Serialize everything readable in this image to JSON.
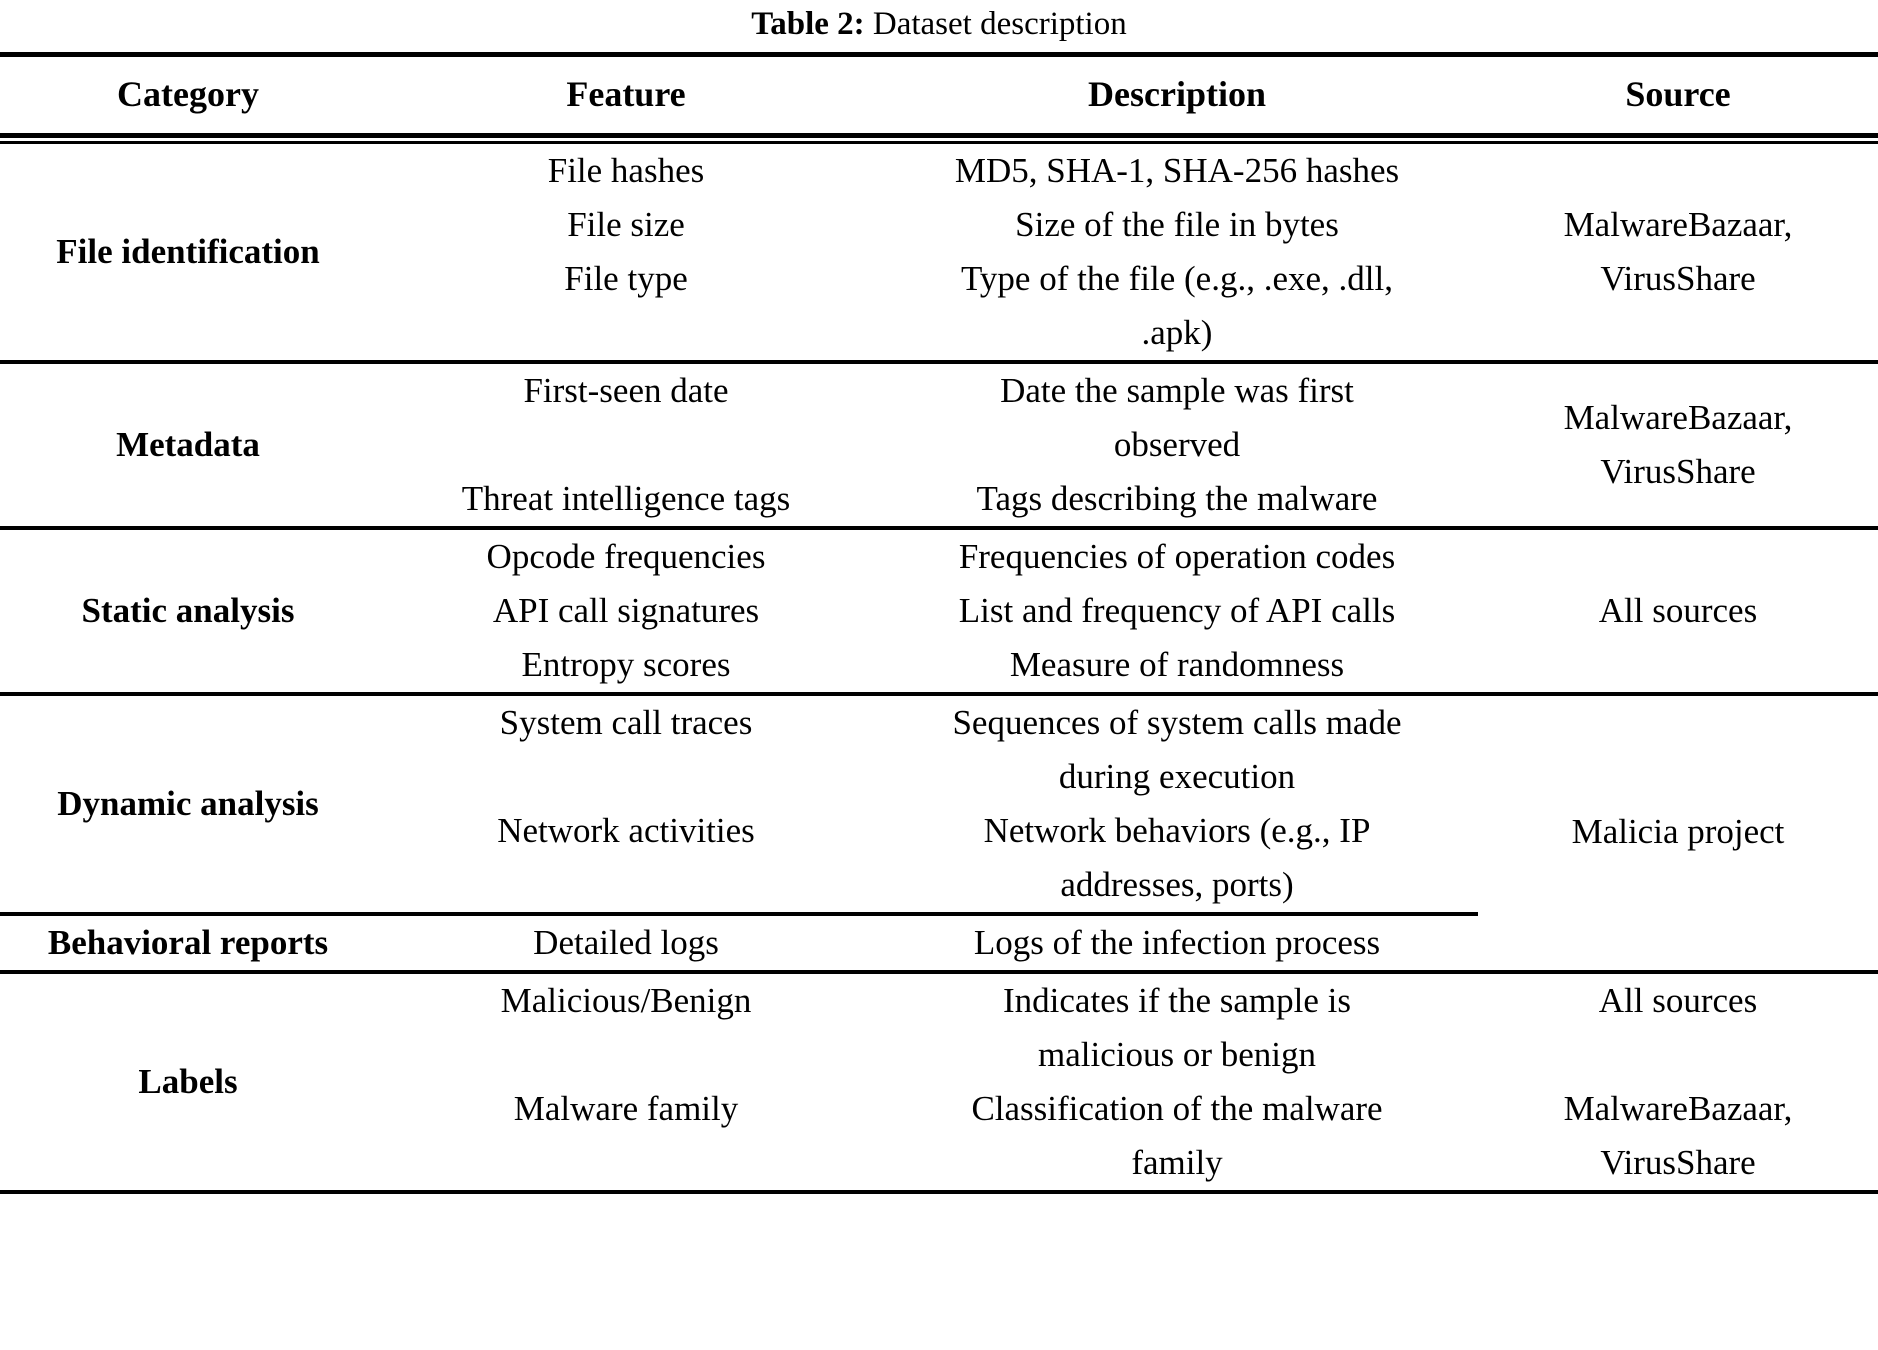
{
  "caption": {
    "label": "Table 2:",
    "text": "Dataset description"
  },
  "table": {
    "columns": [
      "Category",
      "Feature",
      "Description",
      "Source"
    ],
    "rows": [
      {
        "category": "File identification",
        "features": [
          "File hashes",
          "File size",
          "File type"
        ],
        "descriptions": [
          "MD5, SHA-1, SHA-256 hashes",
          "Size of the file in bytes",
          "Type of the file (e.g., .exe, .dll, .apk)"
        ],
        "source": "MalwareBazaar, VirusShare",
        "source_lines": [
          "MalwareBazaar,",
          "VirusShare"
        ],
        "desc_lines": [
          [
            "MD5, SHA-1, SHA-256 hashes"
          ],
          [
            "Size of the file in bytes"
          ],
          [
            "Type of the file (e.g., .exe, .dll,",
            ".apk)"
          ]
        ]
      },
      {
        "category": "Metadata",
        "features": [
          "First-seen date",
          "Threat intelligence tags"
        ],
        "descriptions": [
          "Date the sample was first observed",
          "Tags describing the malware"
        ],
        "source": "MalwareBazaar, VirusShare",
        "source_lines": [
          "MalwareBazaar,",
          "VirusShare"
        ],
        "desc_lines": [
          [
            "Date the sample was first",
            "observed"
          ],
          [
            "Tags describing the malware"
          ]
        ]
      },
      {
        "category": "Static analysis",
        "features": [
          "Opcode frequencies",
          "API call signatures",
          "Entropy scores"
        ],
        "descriptions": [
          "Frequencies of operation codes",
          "List and frequency of API calls",
          "Measure of randomness"
        ],
        "source": "All sources",
        "source_lines": [
          "All sources"
        ],
        "desc_lines": [
          [
            "Frequencies of operation codes"
          ],
          [
            "List and frequency of API calls"
          ],
          [
            "Measure of randomness"
          ]
        ]
      },
      {
        "category": "Dynamic analysis",
        "features": [
          "System call traces",
          "Network activities"
        ],
        "descriptions": [
          "Sequences of system calls made during execution",
          "Network behaviors (e.g., IP addresses, ports)"
        ],
        "source": "Malicia project",
        "source_lines": [
          "Malicia project"
        ],
        "desc_lines": [
          [
            "Sequences of system calls made",
            "during execution"
          ],
          [
            "Network behaviors (e.g., IP",
            "addresses, ports)"
          ]
        ]
      },
      {
        "category": "Behavioral reports",
        "features": [
          "Detailed logs"
        ],
        "descriptions": [
          "Logs of the infection process"
        ],
        "source": "",
        "source_lines": [],
        "desc_lines": [
          [
            "Logs of the infection process"
          ]
        ]
      },
      {
        "category": "Labels",
        "features": [
          "Malicious/Benign",
          "Malware family"
        ],
        "descriptions": [
          "Indicates if the sample is malicious or benign",
          "Classification of the malware family"
        ],
        "source": "All sources / MalwareBazaar, VirusShare",
        "source_lines": [
          "All sources",
          "MalwareBazaar,",
          "VirusShare"
        ],
        "desc_lines": [
          [
            "Indicates if the sample is",
            "malicious or benign"
          ],
          [
            "Classification of the malware",
            "family"
          ]
        ]
      }
    ]
  }
}
